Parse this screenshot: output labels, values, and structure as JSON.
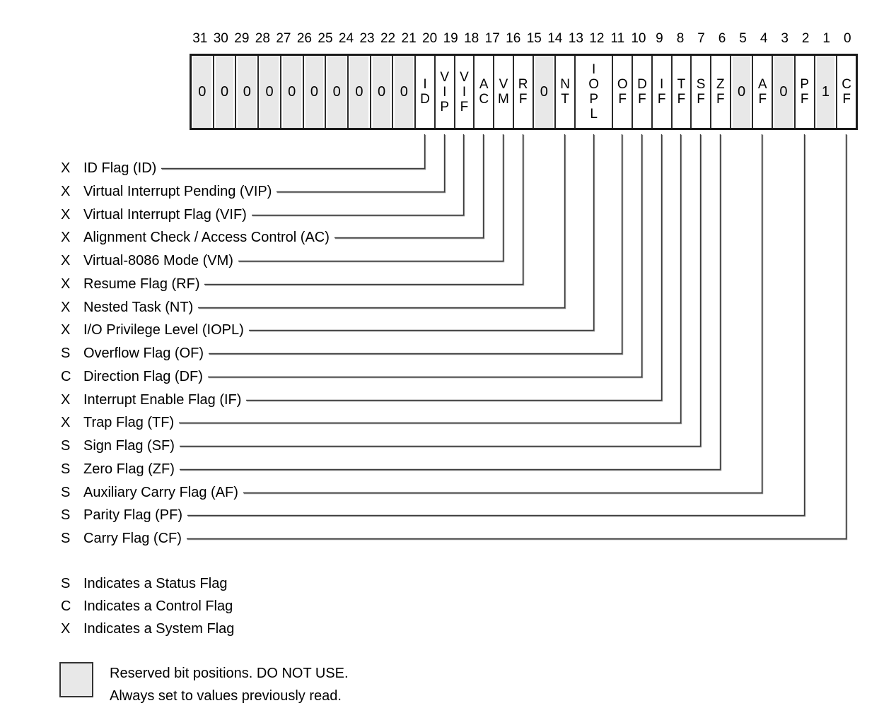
{
  "register": {
    "bit_numbers": [
      "31",
      "30",
      "29",
      "28",
      "27",
      "26",
      "25",
      "24",
      "23",
      "22",
      "21",
      "20",
      "19",
      "18",
      "17",
      "16",
      "15",
      "14",
      "13",
      "12",
      "11",
      "10",
      "9",
      "8",
      "7",
      "6",
      "5",
      "4",
      "3",
      "2",
      "1",
      "0"
    ],
    "cells": [
      {
        "id": "r31",
        "text": "0",
        "bits": 1,
        "reserved": true,
        "vertical": false
      },
      {
        "id": "r30",
        "text": "0",
        "bits": 1,
        "reserved": true,
        "vertical": false
      },
      {
        "id": "r29",
        "text": "0",
        "bits": 1,
        "reserved": true,
        "vertical": false
      },
      {
        "id": "r28",
        "text": "0",
        "bits": 1,
        "reserved": true,
        "vertical": false
      },
      {
        "id": "r27",
        "text": "0",
        "bits": 1,
        "reserved": true,
        "vertical": false
      },
      {
        "id": "r26",
        "text": "0",
        "bits": 1,
        "reserved": true,
        "vertical": false
      },
      {
        "id": "r25",
        "text": "0",
        "bits": 1,
        "reserved": true,
        "vertical": false
      },
      {
        "id": "r24",
        "text": "0",
        "bits": 1,
        "reserved": true,
        "vertical": false
      },
      {
        "id": "r23",
        "text": "0",
        "bits": 1,
        "reserved": true,
        "vertical": false
      },
      {
        "id": "r22",
        "text": "0",
        "bits": 1,
        "reserved": true,
        "vertical": false
      },
      {
        "id": "ID",
        "text": "ID",
        "bits": 1,
        "reserved": false,
        "vertical": true
      },
      {
        "id": "VIP",
        "text": "VIP",
        "bits": 1,
        "reserved": false,
        "vertical": true
      },
      {
        "id": "VIF",
        "text": "VIF",
        "bits": 1,
        "reserved": false,
        "vertical": true
      },
      {
        "id": "AC",
        "text": "AC",
        "bits": 1,
        "reserved": false,
        "vertical": true
      },
      {
        "id": "VM",
        "text": "VM",
        "bits": 1,
        "reserved": false,
        "vertical": true
      },
      {
        "id": "RF",
        "text": "RF",
        "bits": 1,
        "reserved": false,
        "vertical": true
      },
      {
        "id": "r15",
        "text": "0",
        "bits": 1,
        "reserved": true,
        "vertical": false
      },
      {
        "id": "NT",
        "text": "NT",
        "bits": 1,
        "reserved": false,
        "vertical": true
      },
      {
        "id": "IOPL",
        "text": "IOPL",
        "bits": 2,
        "reserved": false,
        "vertical": true
      },
      {
        "id": "OF",
        "text": "OF",
        "bits": 1,
        "reserved": false,
        "vertical": true
      },
      {
        "id": "DF",
        "text": "DF",
        "bits": 1,
        "reserved": false,
        "vertical": true
      },
      {
        "id": "IF",
        "text": "IF",
        "bits": 1,
        "reserved": false,
        "vertical": true
      },
      {
        "id": "TF",
        "text": "TF",
        "bits": 1,
        "reserved": false,
        "vertical": true
      },
      {
        "id": "SF",
        "text": "SF",
        "bits": 1,
        "reserved": false,
        "vertical": true
      },
      {
        "id": "ZF",
        "text": "ZF",
        "bits": 1,
        "reserved": false,
        "vertical": true
      },
      {
        "id": "r5",
        "text": "0",
        "bits": 1,
        "reserved": true,
        "vertical": false
      },
      {
        "id": "AF",
        "text": "AF",
        "bits": 1,
        "reserved": false,
        "vertical": true
      },
      {
        "id": "r3",
        "text": "0",
        "bits": 1,
        "reserved": true,
        "vertical": false
      },
      {
        "id": "PF",
        "text": "PF",
        "bits": 1,
        "reserved": false,
        "vertical": true
      },
      {
        "id": "r1",
        "text": "1",
        "bits": 1,
        "reserved": true,
        "vertical": false
      },
      {
        "id": "CF",
        "text": "CF",
        "bits": 1,
        "reserved": false,
        "vertical": true
      }
    ]
  },
  "flags": [
    {
      "type": "X",
      "label": "ID Flag (ID)",
      "target": "ID"
    },
    {
      "type": "X",
      "label": "Virtual Interrupt Pending (VIP)",
      "target": "VIP"
    },
    {
      "type": "X",
      "label": "Virtual Interrupt Flag (VIF)",
      "target": "VIF"
    },
    {
      "type": "X",
      "label": "Alignment Check / Access Control (AC)",
      "target": "AC"
    },
    {
      "type": "X",
      "label": "Virtual-8086 Mode (VM)",
      "target": "VM"
    },
    {
      "type": "X",
      "label": "Resume Flag (RF)",
      "target": "RF"
    },
    {
      "type": "X",
      "label": "Nested Task (NT)",
      "target": "NT"
    },
    {
      "type": "X",
      "label": "I/O Privilege Level (IOPL)",
      "target": "IOPL"
    },
    {
      "type": "S",
      "label": "Overflow Flag (OF)",
      "target": "OF"
    },
    {
      "type": "C",
      "label": "Direction Flag (DF)",
      "target": "DF"
    },
    {
      "type": "X",
      "label": "Interrupt Enable Flag (IF)",
      "target": "IF"
    },
    {
      "type": "X",
      "label": "Trap Flag (TF)",
      "target": "TF"
    },
    {
      "type": "S",
      "label": "Sign Flag (SF)",
      "target": "SF"
    },
    {
      "type": "S",
      "label": "Zero Flag (ZF)",
      "target": "ZF"
    },
    {
      "type": "S",
      "label": "Auxiliary Carry Flag (AF)",
      "target": "AF"
    },
    {
      "type": "S",
      "label": "Parity Flag (PF)",
      "target": "PF"
    },
    {
      "type": "S",
      "label": "Carry Flag (CF)",
      "target": "CF"
    }
  ],
  "legend": [
    {
      "letter": "S",
      "text": "Indicates a Status Flag"
    },
    {
      "letter": "C",
      "text": "Indicates a Control Flag"
    },
    {
      "letter": "X",
      "text": "Indicates a System Flag"
    }
  ],
  "reserved_note": {
    "line1": "Reserved bit positions. DO NOT USE.",
    "line2": "Always set to values previously read."
  },
  "colors": {
    "reserved_fill": "#e8e8e8",
    "box_border": "#1a1a1a",
    "leader_line": "#3c3c3c",
    "leader_shadow": "#8a8a8a",
    "text": "#000000",
    "background": "#ffffff"
  }
}
